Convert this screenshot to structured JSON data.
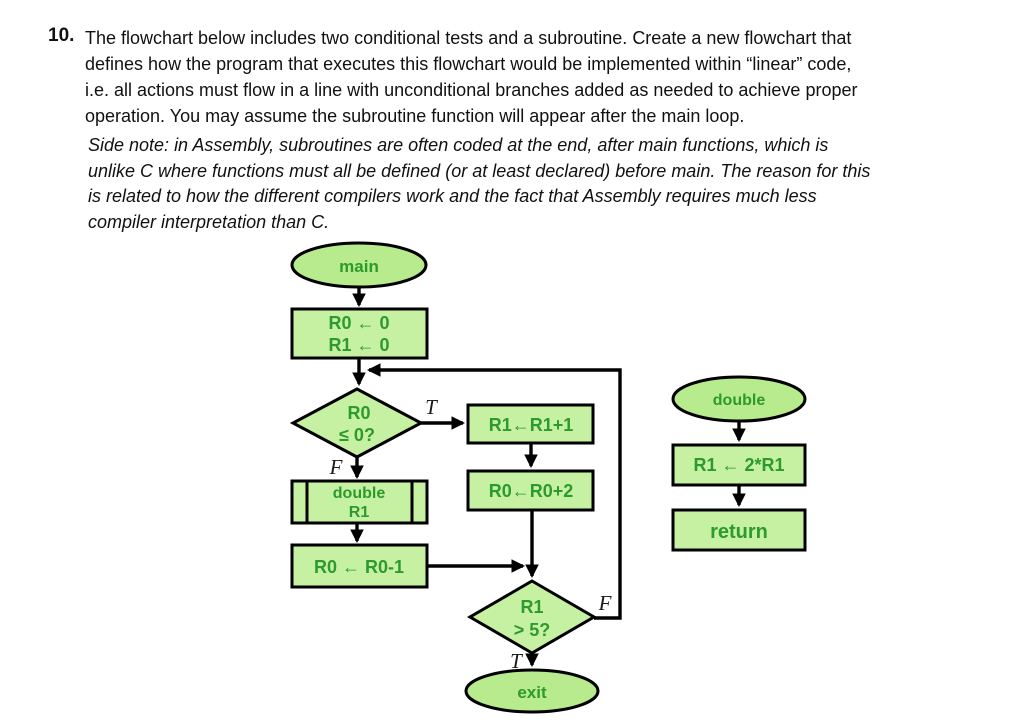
{
  "question": {
    "number": "10.",
    "lines": [
      "The flowchart below includes two conditional tests and a subroutine. Create a new flowchart that",
      "defines how the program that executes this flowchart would be implemented within “linear” code,",
      "i.e. all actions must flow in a line with unconditional branches added as needed to achieve proper",
      "operation. You may assume the subroutine function will appear after the main loop."
    ],
    "side_note_lines": [
      "Side note: in Assembly, subroutines are often coded at the end, after main functions, which is",
      "unlike C where functions must all be defined (or at least declared) before main. The reason for this",
      "is related to how the different compilers work and the fact that Assembly requires much less",
      "compiler interpretation than C."
    ]
  },
  "flowchart": {
    "colors": {
      "ellipse_fill": "#b7eb8d",
      "box_fill": "#c6f1a2",
      "border": "#000000",
      "text_green": "#2c9a2c",
      "line": "#000000"
    },
    "main_flow": {
      "start": "main",
      "init_line1": "R0 ← 0",
      "init_line2": "R1 ← 0",
      "cond1_line1": "R0",
      "cond1_line2": "≤ 0?",
      "cond1_true": "T",
      "cond1_false": "F",
      "inc_r1": "R1←R1+1",
      "inc_r0": "R0←R0+2",
      "call_line1": "double",
      "call_line2": "R1",
      "dec_r0": "R0 ← R0-1",
      "cond2_line1": "R1",
      "cond2_line2": "> 5?",
      "cond2_true": "T",
      "cond2_false": "F",
      "end": "exit"
    },
    "subroutine": {
      "start": "double",
      "op": "R1 ← 2*R1",
      "return_label": "return"
    }
  }
}
